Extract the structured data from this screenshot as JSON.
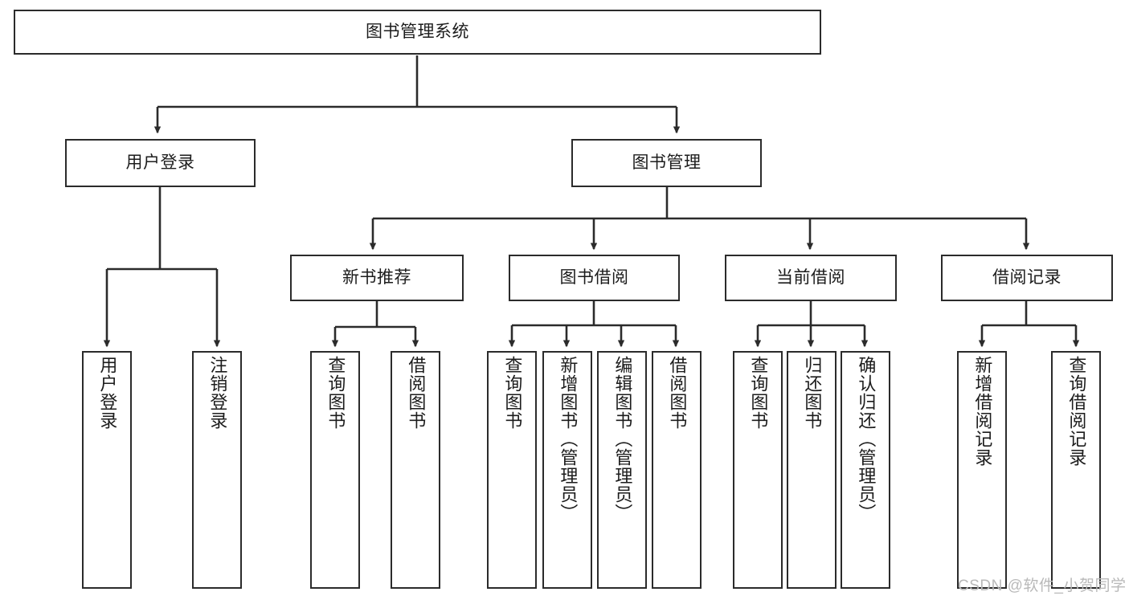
{
  "diagram": {
    "title": "图书管理系统",
    "type": "hierarchy-tree",
    "background_color": "#ffffff",
    "node_border_color": "#2b2b2b",
    "node_fill_color": "#ffffff",
    "edge_color": "#2b2b2b"
  },
  "watermark": {
    "text": "CSDN @软件_小贺同学",
    "color": "#b9b9b9"
  },
  "nodes": {
    "root": {
      "label": "图书管理系统"
    },
    "l1": [
      {
        "id": "user-login",
        "label": "用户登录"
      },
      {
        "id": "book-manage",
        "label": "图书管理"
      }
    ],
    "l2": [
      {
        "id": "new-book-rec",
        "label": "新书推荐"
      },
      {
        "id": "book-borrow",
        "label": "图书借阅"
      },
      {
        "id": "current-borrow",
        "label": "当前借阅"
      },
      {
        "id": "borrow-record",
        "label": "借阅记录"
      }
    ],
    "leaves": {
      "user_login": [
        {
          "id": "leaf-user-login",
          "label": "用户登录"
        },
        {
          "id": "leaf-logout-login",
          "label": "注销登录"
        }
      ],
      "new_book_rec": [
        {
          "id": "leaf-query-book-1",
          "label": "查询图书"
        },
        {
          "id": "leaf-borrow-book-1",
          "label": "借阅图书"
        }
      ],
      "book_borrow": [
        {
          "id": "leaf-query-book-2",
          "label": "查询图书"
        },
        {
          "id": "leaf-add-book",
          "label": "新增图书（管理员）"
        },
        {
          "id": "leaf-edit-book",
          "label": "编辑图书（管理员）"
        },
        {
          "id": "leaf-borrow-book-2",
          "label": "借阅图书"
        }
      ],
      "current_borrow": [
        {
          "id": "leaf-query-book-3",
          "label": "查询图书"
        },
        {
          "id": "leaf-return-book",
          "label": "归还图书"
        },
        {
          "id": "leaf-confirm-return",
          "label": "确认归还（管理员）"
        }
      ],
      "borrow_record": [
        {
          "id": "leaf-add-record",
          "label": "新增借阅记录"
        },
        {
          "id": "leaf-query-record",
          "label": "查询借阅记录"
        }
      ]
    }
  }
}
